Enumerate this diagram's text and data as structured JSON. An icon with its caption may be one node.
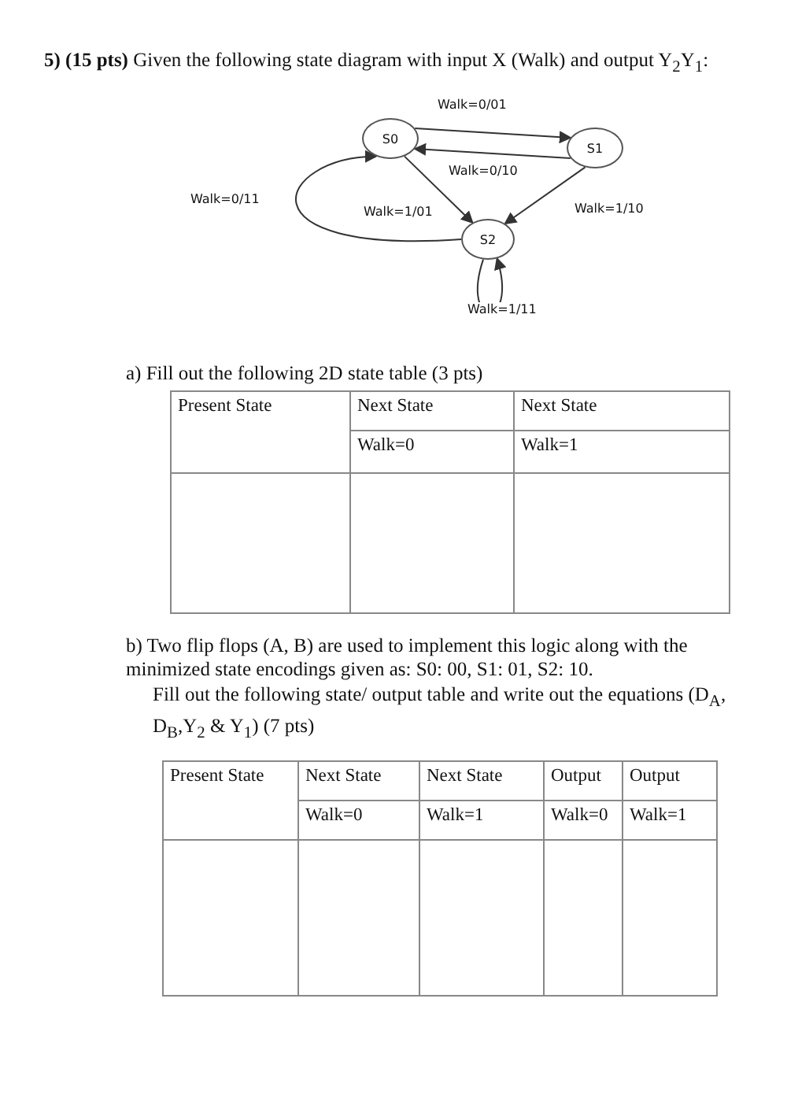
{
  "diagram": {
    "title": "**5) (15 pts)** Given the following state diagram with input X (Walk) and output Y$_{2}$Y$_{1}$:",
    "nodes": [
      {
        "text": [
          "S0"
        ]
      },
      {
        "text": [
          "S1"
        ]
      },
      {
        "text": [
          "S2"
        ]
      }
    ],
    "edges": [
      {
        "from": 0,
        "to": 1,
        "arrow": "to",
        "label": "Walk=0/01"
      },
      {
        "from": 1,
        "to": 0,
        "arrow": "to",
        "label": "Walk=0/10"
      },
      {
        "from": 0,
        "to": 2,
        "arrow": "to",
        "label": "Walk=1/01"
      },
      {
        "from": 1,
        "to": 2,
        "arrow": "to",
        "label": "Walk=1/10"
      },
      {
        "from": 2,
        "to": 0,
        "arrow": "to",
        "label": "Walk=0/11"
      },
      {
        "from": 2,
        "to": 2,
        "arrow": "to",
        "label": "Walk=1/11"
      }
    ],
    "labels": [
      "a) Fill out the following 2D state table (3 pts)",
      "Present State",
      "Next State",
      "Next State",
      "Walk=0",
      "Walk=1",
      "b) Two flip flops (A, B) are used to implement this logic along with the minimized state encodings given as: S0: 00, S1: 01, S2: 10.",
      "Fill out the following state/ output table and write out the equations (D$_{A}$, D$_{B}$,Y$_{2}$ & Y$_{1}$) (7 pts)",
      "Present State",
      "Next State",
      "Next State",
      "Output",
      "Output",
      "Walk=0",
      "Walk=1",
      "Walk=0",
      "Walk=1"
    ]
  }
}
